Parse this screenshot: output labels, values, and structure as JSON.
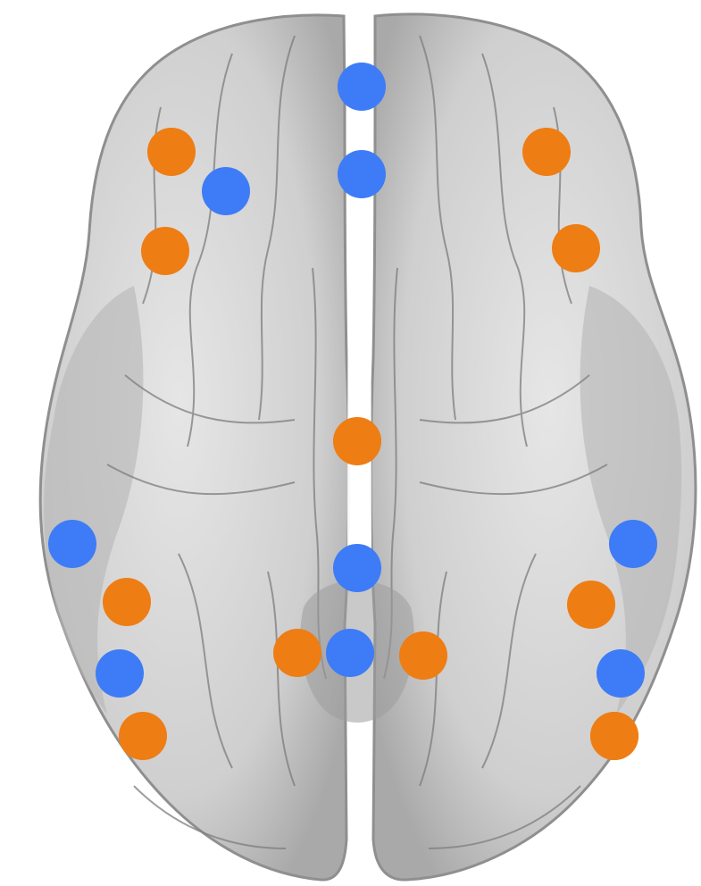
{
  "image": {
    "subject": "brain-axial-view",
    "colors": {
      "background": "#ffffff",
      "cortex_light": "#dcdcdc",
      "cortex_mid": "#bdbdbd",
      "cortex_dark": "#8f8f8f",
      "sulcus_line": "#7a7a7a",
      "fissure": "#ffffff"
    }
  },
  "nodes": {
    "colors": {
      "blue": "#3e7bf7",
      "orange": "#ee7d14"
    },
    "items": [
      {
        "id": "n1",
        "color": "blue"
      },
      {
        "id": "n2",
        "color": "blue"
      },
      {
        "id": "n3",
        "color": "orange"
      },
      {
        "id": "n4",
        "color": "blue"
      },
      {
        "id": "n5",
        "color": "orange"
      },
      {
        "id": "n6",
        "color": "orange"
      },
      {
        "id": "n7",
        "color": "orange"
      },
      {
        "id": "n8",
        "color": "orange"
      },
      {
        "id": "n9",
        "color": "blue"
      },
      {
        "id": "n10",
        "color": "blue"
      },
      {
        "id": "n11",
        "color": "orange"
      },
      {
        "id": "n12",
        "color": "orange"
      },
      {
        "id": "n13",
        "color": "blue"
      },
      {
        "id": "n14",
        "color": "blue"
      },
      {
        "id": "n15",
        "color": "orange"
      },
      {
        "id": "n16",
        "color": "orange"
      },
      {
        "id": "n17",
        "color": "orange"
      },
      {
        "id": "n18",
        "color": "blue"
      },
      {
        "id": "n19",
        "color": "orange"
      },
      {
        "id": "n20",
        "color": "blue"
      },
      {
        "id": "n21",
        "color": "orange"
      }
    ]
  }
}
